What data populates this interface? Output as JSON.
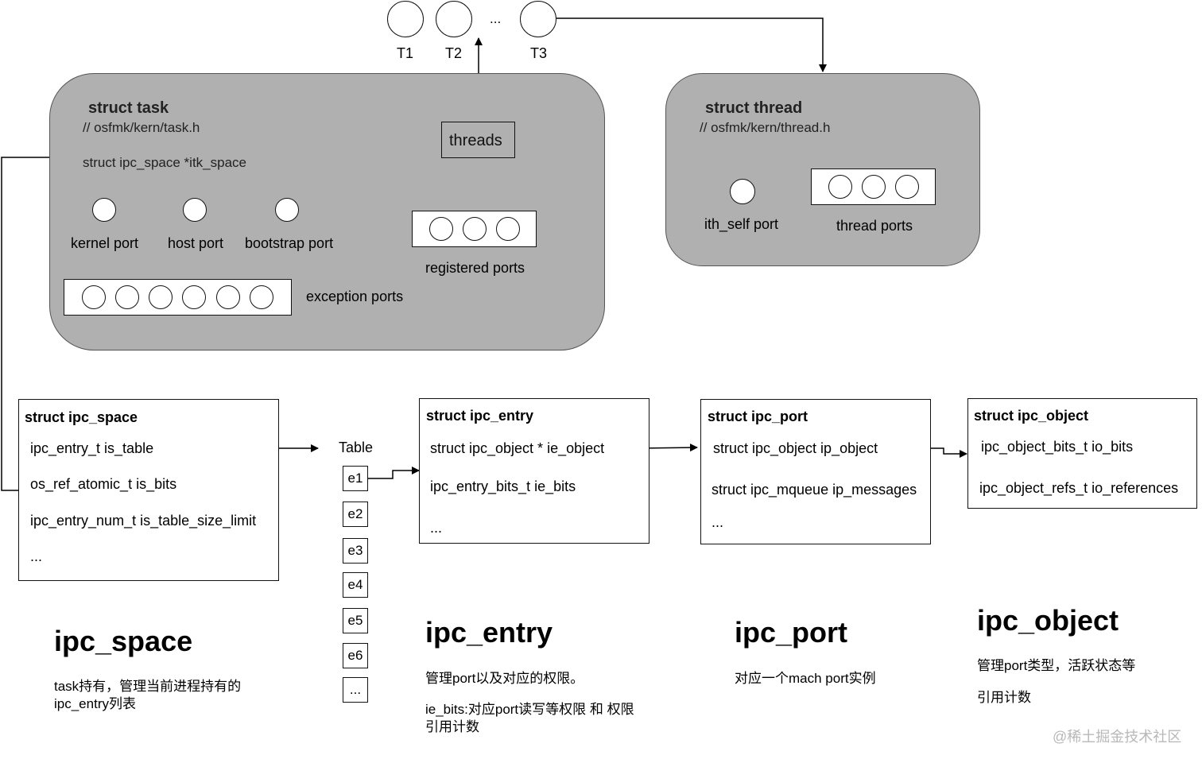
{
  "top_threads": {
    "t1": "T1",
    "t2": "T2",
    "ellipsis": "...",
    "t3": "T3"
  },
  "task": {
    "title": "struct task",
    "path": "// osfmk/kern/task.h",
    "field": "struct ipc_space *itk_space",
    "threads_label": "threads",
    "kernel_port": "kernel port",
    "host_port": "host port",
    "bootstrap_port": "bootstrap port",
    "registered_ports": "registered ports",
    "exception_ports": "exception ports"
  },
  "thread": {
    "title": "struct thread",
    "path": "// osfmk/kern/thread.h",
    "ith_self_port": "ith_self port",
    "thread_ports": "thread ports"
  },
  "ipc_space": {
    "title": "struct ipc_space",
    "fields": [
      "ipc_entry_t is_table",
      "os_ref_atomic_t is_bits",
      "ipc_entry_num_t is_table_size_limit",
      "..."
    ],
    "heading": "ipc_space",
    "desc": "task持有，管理当前进程持有的ipc_entry列表"
  },
  "table": {
    "label": "Table",
    "cells": [
      "e1",
      "e2",
      "e3",
      "e4",
      "e5",
      "e6",
      "..."
    ]
  },
  "ipc_entry": {
    "title": "struct ipc_entry",
    "fields": [
      "struct ipc_object * ie_object",
      "ipc_entry_bits_t ie_bits",
      "..."
    ],
    "heading": "ipc_entry",
    "desc1": "管理port以及对应的权限。",
    "desc2": "ie_bits:对应port读写等权限 和 权限引用计数"
  },
  "ipc_port": {
    "title": "struct ipc_port",
    "fields": [
      "struct ipc_object ip_object",
      "struct ipc_mqueue ip_messages",
      "..."
    ],
    "heading": "ipc_port",
    "desc": "对应一个mach port实例"
  },
  "ipc_object": {
    "title": "struct ipc_object",
    "fields": [
      "ipc_object_bits_t io_bits",
      "ipc_object_refs_t io_references"
    ],
    "heading": "ipc_object",
    "desc1": "管理port类型，活跃状态等",
    "desc2": "引用计数"
  },
  "watermark": "@稀土掘金技术社区"
}
